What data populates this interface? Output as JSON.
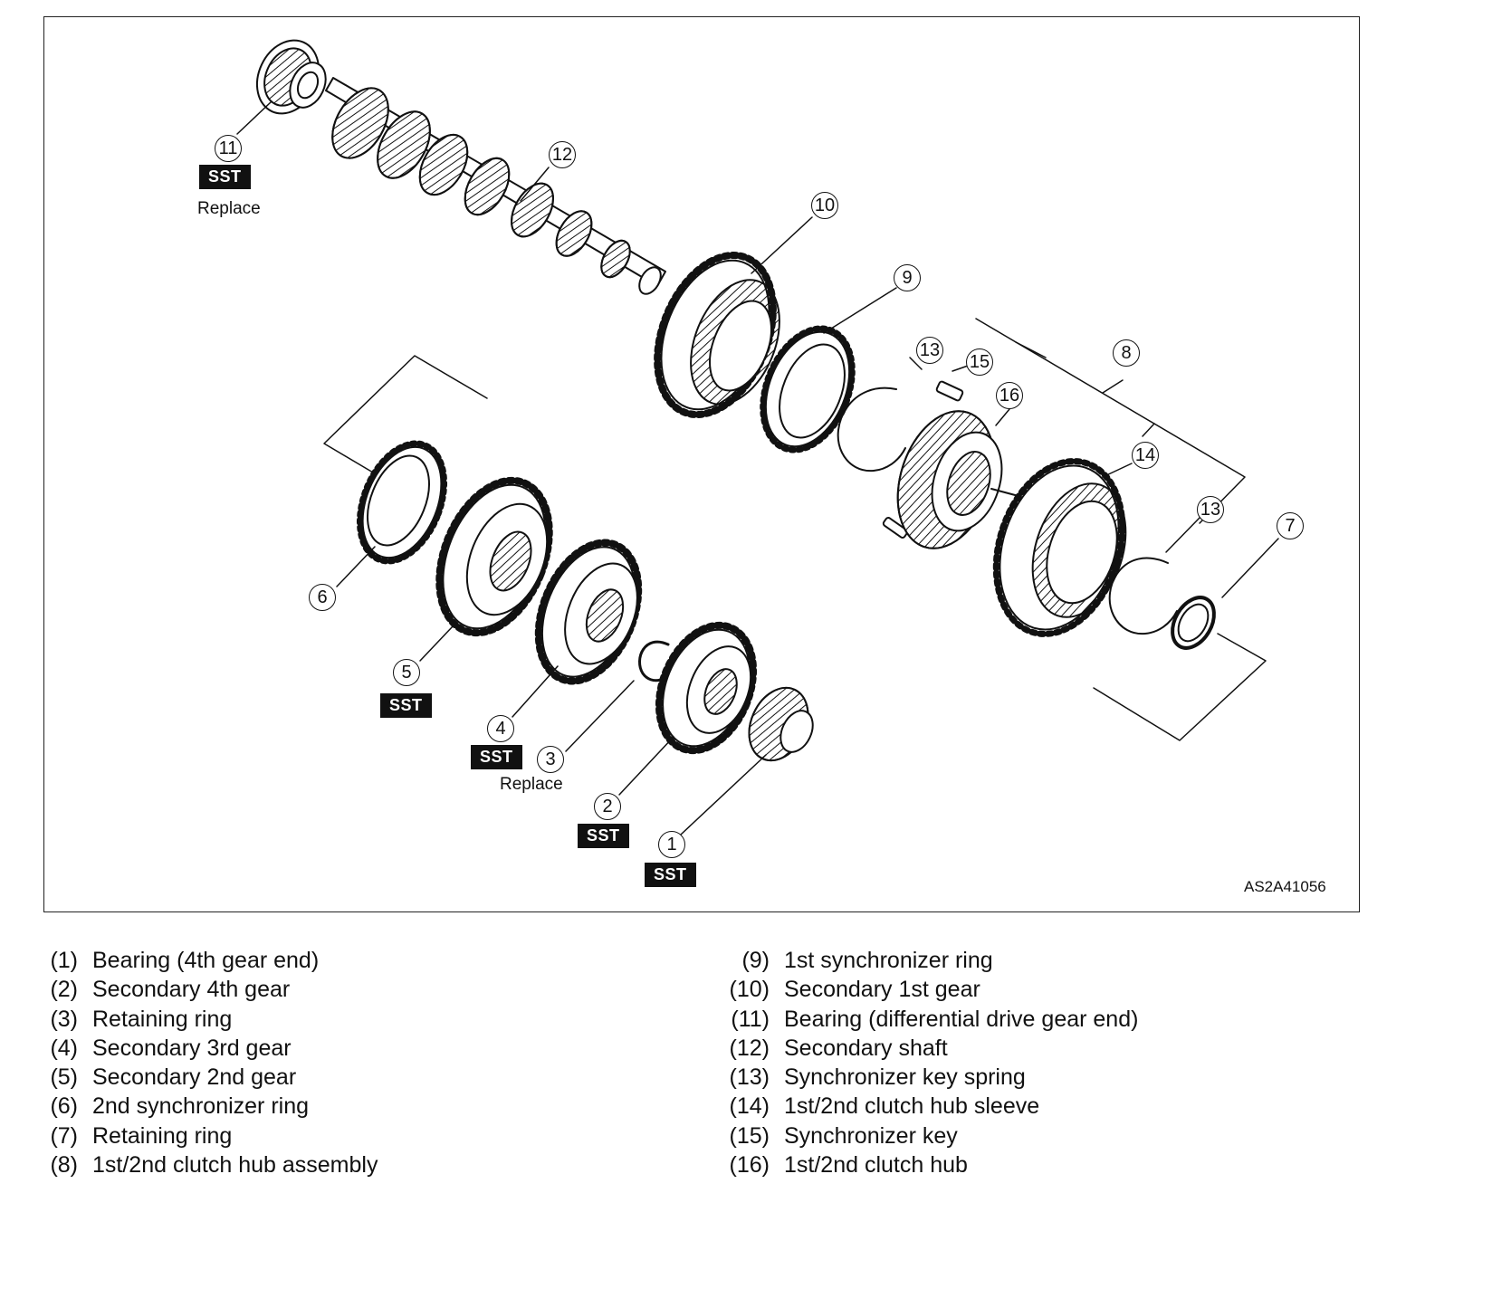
{
  "figure": {
    "code": "AS2A41056",
    "callouts": [
      {
        "id": "c1",
        "label": "1"
      },
      {
        "id": "c2",
        "label": "2"
      },
      {
        "id": "c3",
        "label": "3"
      },
      {
        "id": "c4",
        "label": "4"
      },
      {
        "id": "c5",
        "label": "5"
      },
      {
        "id": "c6",
        "label": "6"
      },
      {
        "id": "c7",
        "label": "7"
      },
      {
        "id": "c8",
        "label": "8"
      },
      {
        "id": "c9",
        "label": "9"
      },
      {
        "id": "c10",
        "label": "10"
      },
      {
        "id": "c11",
        "label": "11"
      },
      {
        "id": "c12",
        "label": "12"
      },
      {
        "id": "c13a",
        "label": "13"
      },
      {
        "id": "c13b",
        "label": "13"
      },
      {
        "id": "c14",
        "label": "14"
      },
      {
        "id": "c15",
        "label": "15"
      },
      {
        "id": "c16",
        "label": "16"
      }
    ],
    "sst_label": "SST",
    "replace_label": "Replace"
  },
  "legend": {
    "left": [
      {
        "num": "(1)",
        "text": "Bearing (4th gear end)"
      },
      {
        "num": "(2)",
        "text": "Secondary 4th gear"
      },
      {
        "num": "(3)",
        "text": "Retaining ring"
      },
      {
        "num": "(4)",
        "text": "Secondary 3rd gear"
      },
      {
        "num": "(5)",
        "text": "Secondary 2nd gear"
      },
      {
        "num": "(6)",
        "text": "2nd synchronizer ring"
      },
      {
        "num": "(7)",
        "text": "Retaining ring"
      },
      {
        "num": "(8)",
        "text": "1st/2nd clutch hub assembly"
      }
    ],
    "right": [
      {
        "num": "(9)",
        "text": "1st synchronizer ring"
      },
      {
        "num": "(10)",
        "text": "Secondary 1st gear"
      },
      {
        "num": "(11)",
        "text": "Bearing (differential drive gear end)"
      },
      {
        "num": "(12)",
        "text": "Secondary shaft"
      },
      {
        "num": "(13)",
        "text": "Synchronizer key spring"
      },
      {
        "num": "(14)",
        "text": "1st/2nd clutch hub sleeve"
      },
      {
        "num": "(15)",
        "text": "Synchronizer key"
      },
      {
        "num": "(16)",
        "text": "1st/2nd clutch hub"
      }
    ]
  }
}
